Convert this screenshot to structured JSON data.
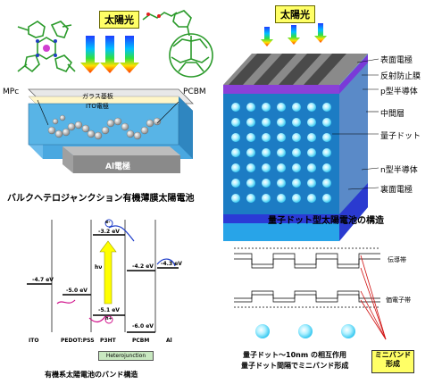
{
  "colors": {
    "sunlight": "#ffff66",
    "ito": "#fff6c8",
    "glass": "#e8e8e8",
    "cell_blue": "#58b4e6",
    "dot": "#aef0ff",
    "arrow_red": "#d01010"
  },
  "left_top": {
    "sun_label": "太陽光",
    "labels": {
      "mpc": "MPc",
      "pcbm": "PCBM",
      "glass": "ガラス基板",
      "ito": "ITO電極",
      "al": "Al電極"
    },
    "caption": "バルクヘテロジャンクション有機薄膜太陽電池"
  },
  "right_top": {
    "sun_label": "太陽光",
    "labels": {
      "surface_electrode": "表面電極",
      "antireflection": "反射防止膜",
      "p_type": "p型半導体",
      "intermediate": "中間層",
      "quantum_dot": "量子ドット",
      "n_type": "n型半導体",
      "back_electrode": "裏面電極"
    },
    "caption": "量子ドット型太陽電池の構造"
  },
  "band": {
    "levels": {
      "ito": "-4.7 eV",
      "pedot": "-5.0 eV",
      "p3ht_lumo": "-3.2 eV",
      "p3ht_homo": "-5.1 eV",
      "pcbm_lumo": "-4.2 eV",
      "pcbm_homo": "-6.0 eV",
      "al": "-4.3 eV"
    },
    "e_sign": "e-",
    "h_sign": "h+",
    "hv": "hν",
    "layers": {
      "ito": "ITO",
      "pedot": "PEDOT:PSS",
      "p3ht": "P3HT",
      "pcbm": "PCBM",
      "al": "Al"
    },
    "box_text": "Heterojunction",
    "caption": "有機系太陽電池のバンド構造"
  },
  "miniband": {
    "conduction": "伝導帯",
    "valence": "価電子帯",
    "caption_line1": "量子ドット～10nm の相互作用",
    "caption_line2": "量子ドット間隔でミニバンド形成",
    "box_line1": "ミニバンド",
    "box_line2": "形成"
  }
}
